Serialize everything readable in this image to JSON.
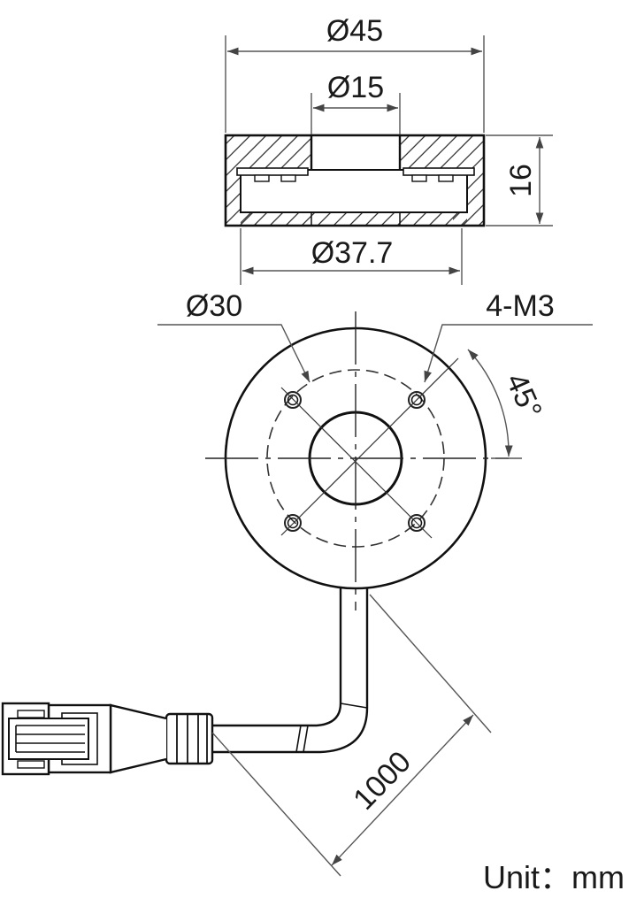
{
  "dimensions": {
    "outer_diameter": "Ø45",
    "inner_diameter": "Ø15",
    "height": "16",
    "bottom_diameter": "Ø37.7",
    "bolt_circle": "Ø30",
    "threads": "4-M3",
    "angle": "45°",
    "cable_length": "1000"
  },
  "unit_label": "Unit：mm"
}
